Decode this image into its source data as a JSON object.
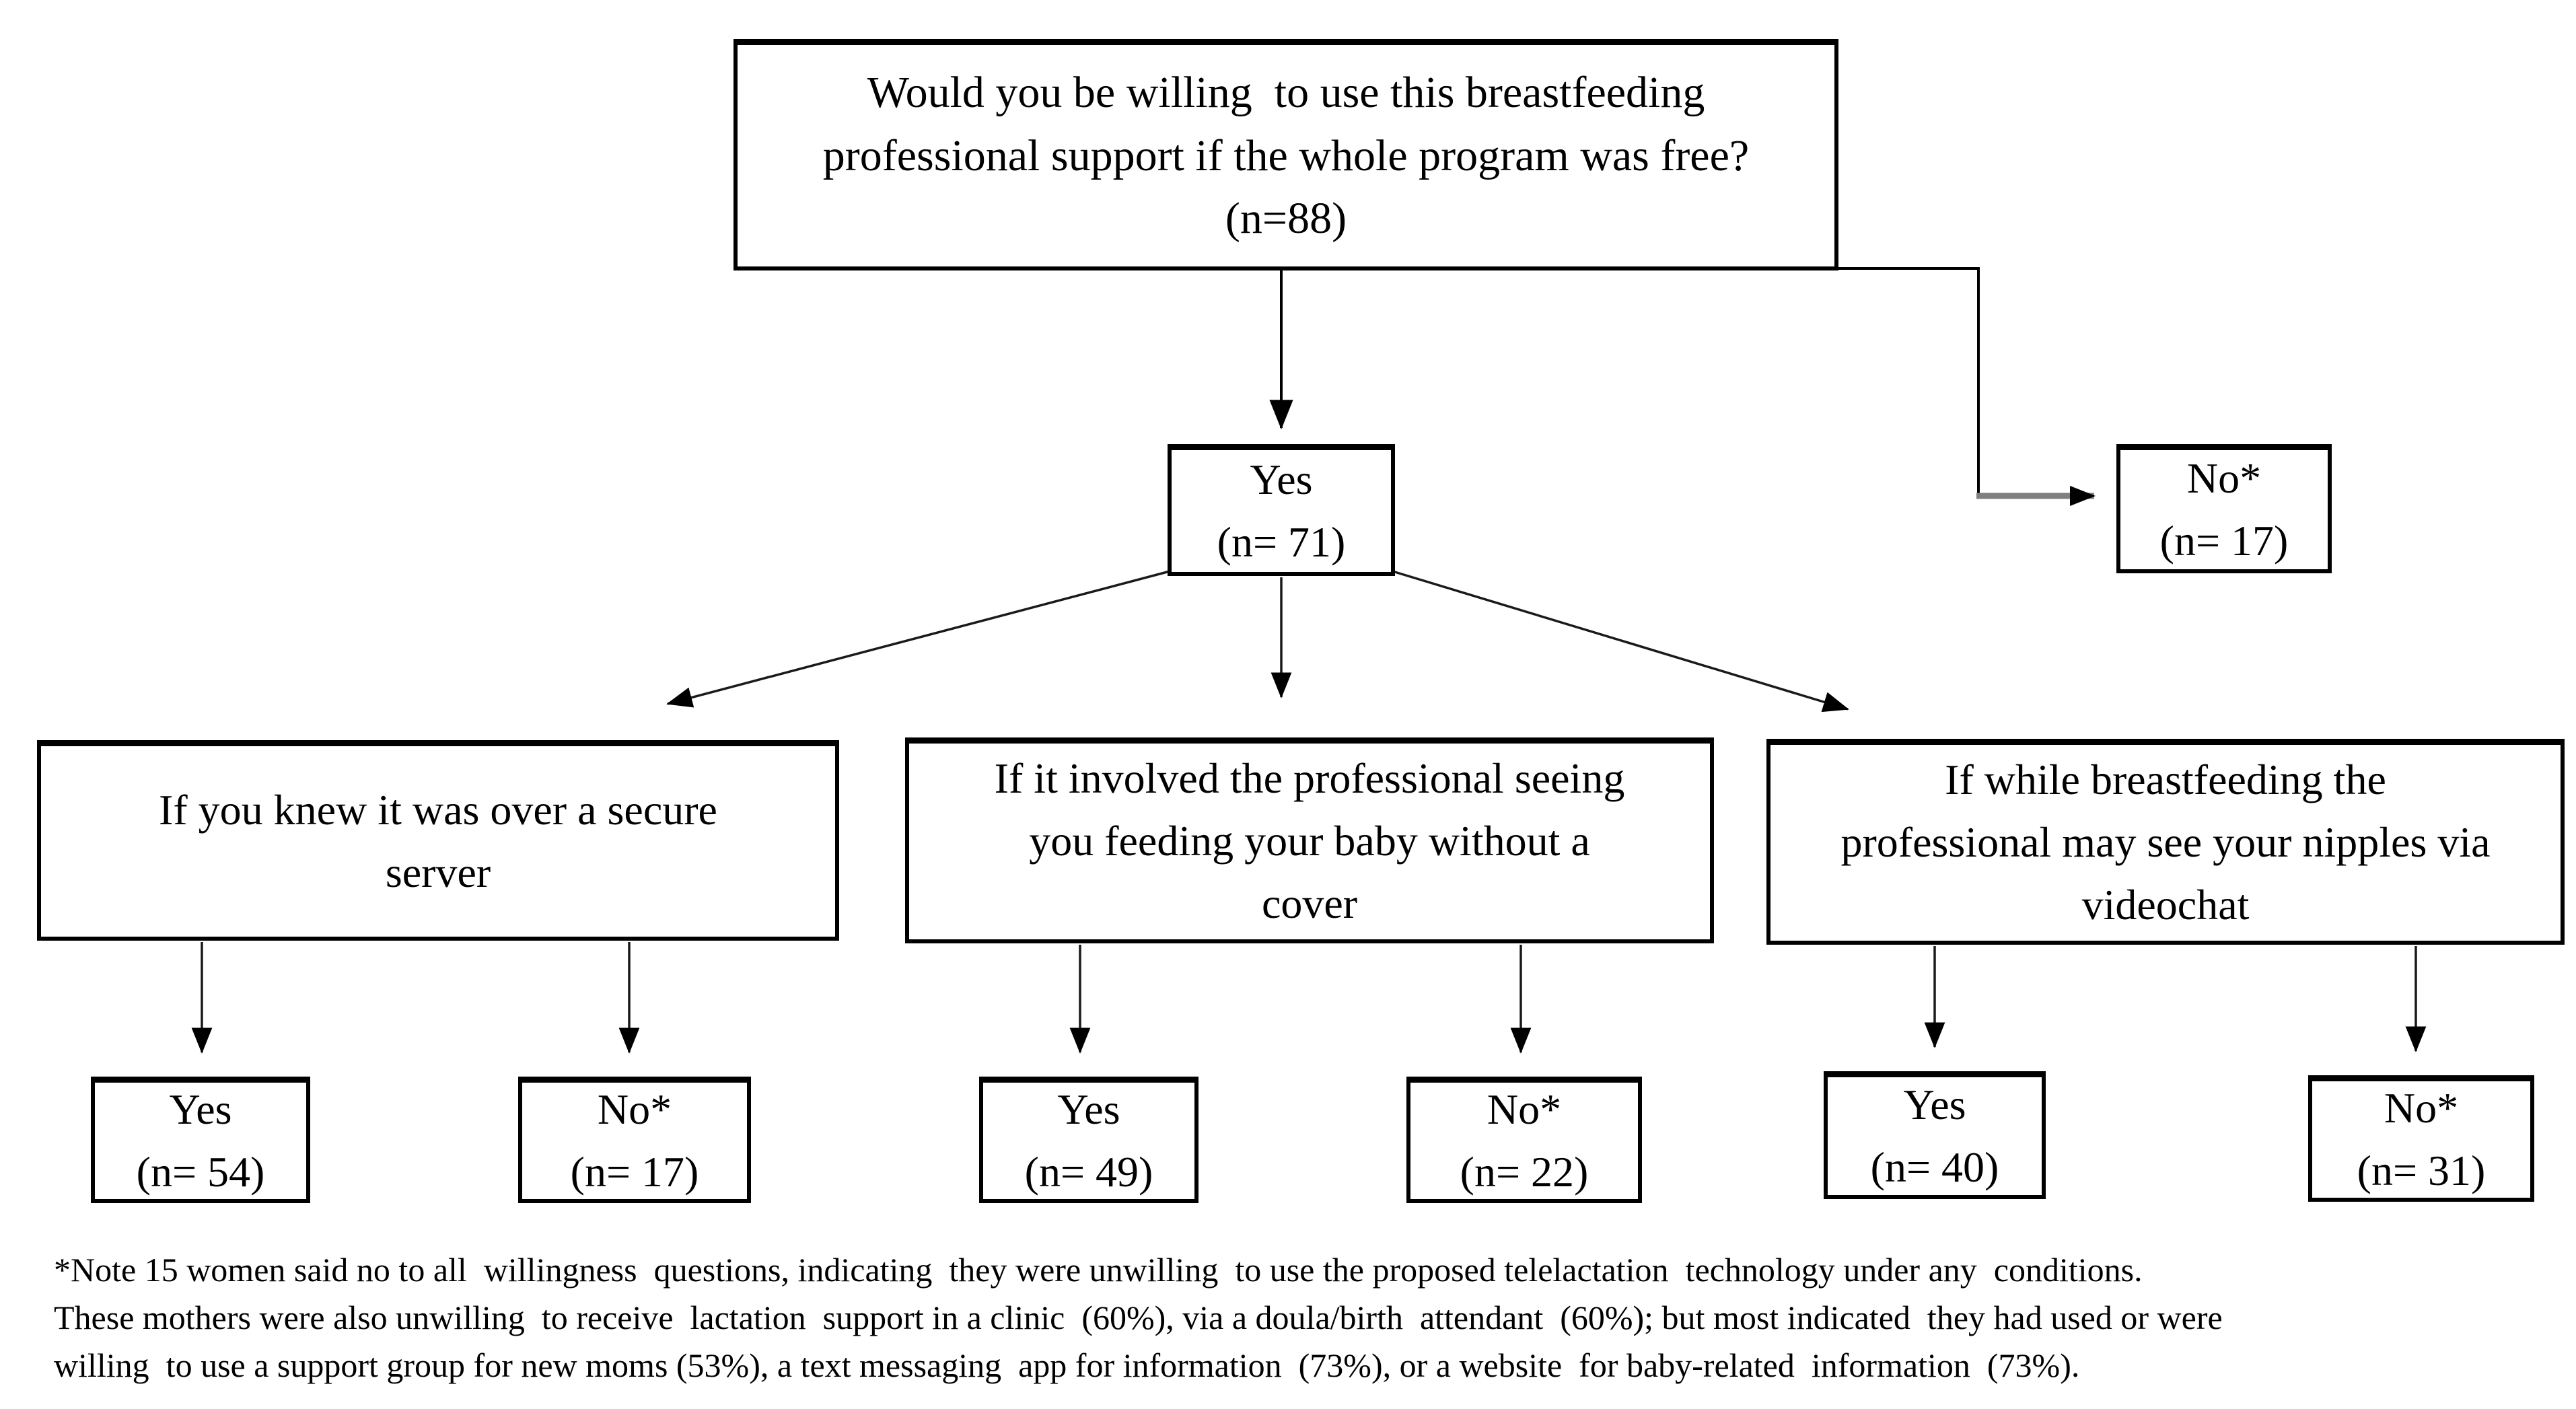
{
  "flowchart": {
    "root": {
      "lines": [
        "Would you be willing  to use this breastfeeding",
        "professional support if the whole program was free?"
      ],
      "n": "(n=88)"
    },
    "branch_yes": {
      "label": "Yes",
      "n": "(n= 71)"
    },
    "branch_no": {
      "label": "No*",
      "n": "(n= 17)"
    },
    "conditions": [
      {
        "lines": [
          "If you knew it was over a secure",
          "server"
        ],
        "yes": {
          "label": "Yes",
          "n": "(n= 54)"
        },
        "no": {
          "label": "No*",
          "n": "(n= 17)"
        }
      },
      {
        "lines": [
          "If it involved the professional seeing",
          "you feeding your baby without a",
          "cover"
        ],
        "yes": {
          "label": "Yes",
          "n": "(n= 49)"
        },
        "no": {
          "label": "No*",
          "n": "(n= 22)"
        }
      },
      {
        "lines": [
          "If while breastfeeding the",
          "professional may see your nipples via",
          "videochat"
        ],
        "yes": {
          "label": "Yes",
          "n": "(n= 40)"
        },
        "no": {
          "label": "No*",
          "n": "(n= 31)"
        }
      }
    ],
    "footnote_lines": [
      "*Note 15 women said no to all  willingness  questions, indicating  they were unwilling  to use the proposed telelactation  technology under any  conditions.",
      "These mothers were also unwilling  to receive  lactation  support in a clinic  (60%), via a doula/birth  attendant  (60%); but most indicated  they had used or were",
      "willing  to use a support group for new moms (53%), a text messaging  app for information  (73%), or a website  for baby-related  information  (73%)."
    ]
  }
}
